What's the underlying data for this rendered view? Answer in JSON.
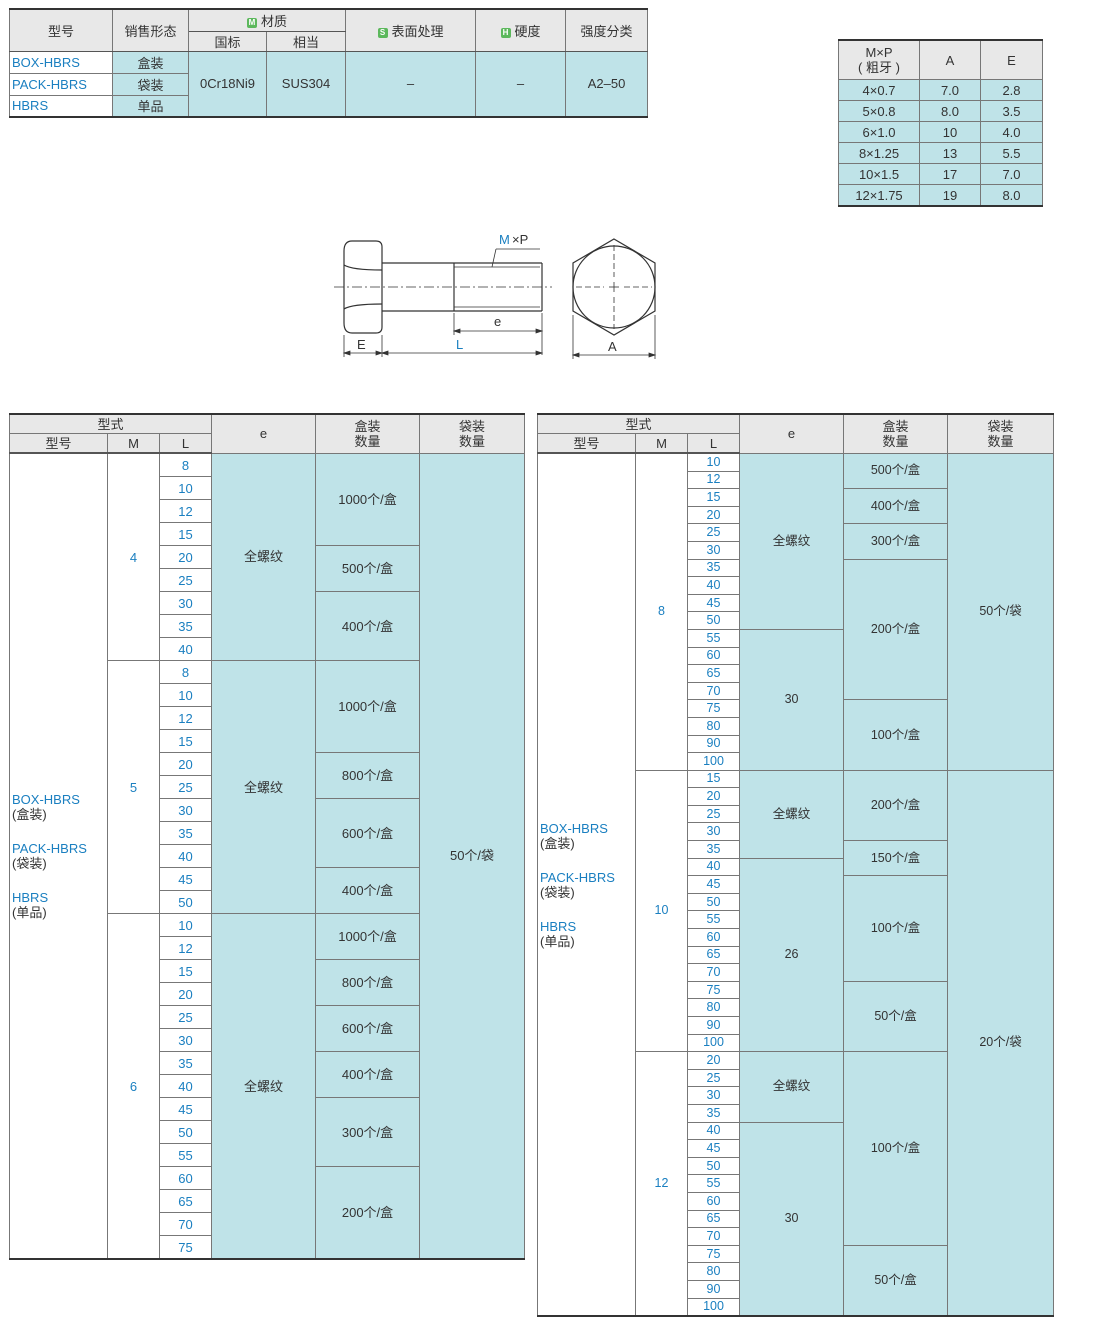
{
  "spec": {
    "headers": {
      "model": "型号",
      "sale_form": "销售形态",
      "material": "材质",
      "material_badge": "M",
      "national_std": "国标",
      "equivalent": "相当",
      "surface": "表面处理",
      "surface_badge": "S",
      "hardness": "硬度",
      "hardness_badge": "H",
      "strength": "强度分类"
    },
    "rows": [
      {
        "model": "BOX-HBRS",
        "form": "盒装"
      },
      {
        "model": "PACK-HBRS",
        "form": "袋装"
      },
      {
        "model": "HBRS",
        "form": "单品"
      }
    ],
    "national_std_value": "0Cr18Ni9",
    "equivalent_value": "SUS304",
    "surface_value": "–",
    "hardness_value": "–",
    "strength_value": "A2–50"
  },
  "thread_table": {
    "headers": {
      "mp_line1": "M×P",
      "mp_line2": "( 粗牙 )",
      "a": "A",
      "e": "E"
    },
    "rows": [
      {
        "mp": "4×0.7",
        "a": "7.0",
        "e": "2.8"
      },
      {
        "mp": "5×0.8",
        "a": "8.0",
        "e": "3.5"
      },
      {
        "mp": "6×1.0",
        "a": "10",
        "e": "4.0"
      },
      {
        "mp": "8×1.25",
        "a": "13",
        "e": "5.5"
      },
      {
        "mp": "10×1.5",
        "a": "17",
        "e": "7.0"
      },
      {
        "mp": "12×1.75",
        "a": "19",
        "e": "8.0"
      }
    ]
  },
  "diagram": {
    "label_m": "M",
    "label_times_p": "×P",
    "label_e_thread": "e",
    "label_e_head": "E",
    "label_l": "L",
    "label_a": "A"
  },
  "size_tables": {
    "headers": {
      "type": "型式",
      "model": "型号",
      "m": "M",
      "l": "L",
      "e": "e",
      "box_qty_1": "盒装",
      "box_qty_2": "数量",
      "bag_qty_1": "袋装",
      "bag_qty_2": "数量"
    },
    "models": [
      {
        "name": "BOX-HBRS",
        "note": "(盒装)"
      },
      {
        "name": "PACK-HBRS",
        "note": "(袋装)"
      },
      {
        "name": "HBRS",
        "note": "(单品)"
      }
    ],
    "left": {
      "groups": [
        {
          "m": "4",
          "l": [
            "8",
            "10",
            "12",
            "15",
            "20",
            "25",
            "30",
            "35",
            "40"
          ],
          "e": [
            {
              "value": "全螺纹",
              "span": 9
            }
          ],
          "box": [
            {
              "value": "1000个/盒",
              "span": 4
            },
            {
              "value": "500个/盒",
              "span": 2
            },
            {
              "value": "400个/盒",
              "span": 3
            }
          ]
        },
        {
          "m": "5",
          "l": [
            "8",
            "10",
            "12",
            "15",
            "20",
            "25",
            "30",
            "35",
            "40",
            "45",
            "50"
          ],
          "e": [
            {
              "value": "全螺纹",
              "span": 11
            }
          ],
          "box": [
            {
              "value": "1000个/盒",
              "span": 4
            },
            {
              "value": "800个/盒",
              "span": 2
            },
            {
              "value": "600个/盒",
              "span": 3
            },
            {
              "value": "400个/盒",
              "span": 2
            }
          ]
        },
        {
          "m": "6",
          "l": [
            "10",
            "12",
            "15",
            "20",
            "25",
            "30",
            "35",
            "40",
            "45",
            "50",
            "55",
            "60",
            "65",
            "70",
            "75"
          ],
          "e": [
            {
              "value": "全螺纹",
              "span": 15
            }
          ],
          "box": [
            {
              "value": "1000个/盒",
              "span": 2
            },
            {
              "value": "800个/盒",
              "span": 2
            },
            {
              "value": "600个/盒",
              "span": 2
            },
            {
              "value": "400个/盒",
              "span": 2
            },
            {
              "value": "300个/盒",
              "span": 3
            },
            {
              "value": "200个/盒",
              "span": 4
            }
          ]
        }
      ],
      "bag": [
        {
          "value": "50个/袋",
          "span": 35
        }
      ]
    },
    "right": {
      "groups": [
        {
          "m": "8",
          "l": [
            "10",
            "12",
            "15",
            "20",
            "25",
            "30",
            "35",
            "40",
            "45",
            "50",
            "55",
            "60",
            "65",
            "70",
            "75",
            "80",
            "90",
            "100"
          ],
          "e": [
            {
              "value": "全螺纹",
              "span": 10
            },
            {
              "value": "30",
              "span": 8
            }
          ],
          "box": [
            {
              "value": "500个/盒",
              "span": 2
            },
            {
              "value": "400个/盒",
              "span": 2
            },
            {
              "value": "300个/盒",
              "span": 2
            },
            {
              "value": "200个/盒",
              "span": 8
            },
            {
              "value": "100个/盒",
              "span": 4
            }
          ]
        },
        {
          "m": "10",
          "l": [
            "15",
            "20",
            "25",
            "30",
            "35",
            "40",
            "45",
            "50",
            "55",
            "60",
            "65",
            "70",
            "75",
            "80",
            "90",
            "100"
          ],
          "e": [
            {
              "value": "全螺纹",
              "span": 5
            },
            {
              "value": "26",
              "span": 11
            }
          ],
          "box": [
            {
              "value": "200个/盒",
              "span": 4
            },
            {
              "value": "150个/盒",
              "span": 2
            },
            {
              "value": "100个/盒",
              "span": 6
            },
            {
              "value": "50个/盒",
              "span": 4
            }
          ]
        },
        {
          "m": "12",
          "l": [
            "20",
            "25",
            "30",
            "35",
            "40",
            "45",
            "50",
            "55",
            "60",
            "65",
            "70",
            "75",
            "80",
            "90",
            "100"
          ],
          "e": [
            {
              "value": "全螺纹",
              "span": 4
            },
            {
              "value": "30",
              "span": 11
            }
          ],
          "box": [
            {
              "value": "100个/盒",
              "span": 11
            },
            {
              "value": "50个/盒",
              "span": 4
            }
          ]
        }
      ],
      "bag": [
        {
          "value": "50个/袋",
          "span": 18
        },
        {
          "value": "20个/袋",
          "span": 31
        }
      ]
    }
  },
  "colors": {
    "header_bg": "#e8e8e8",
    "cyan_bg": "#bfe3e8",
    "model_blue": "#1a7fc0",
    "badge_green": "#5cb85c"
  }
}
